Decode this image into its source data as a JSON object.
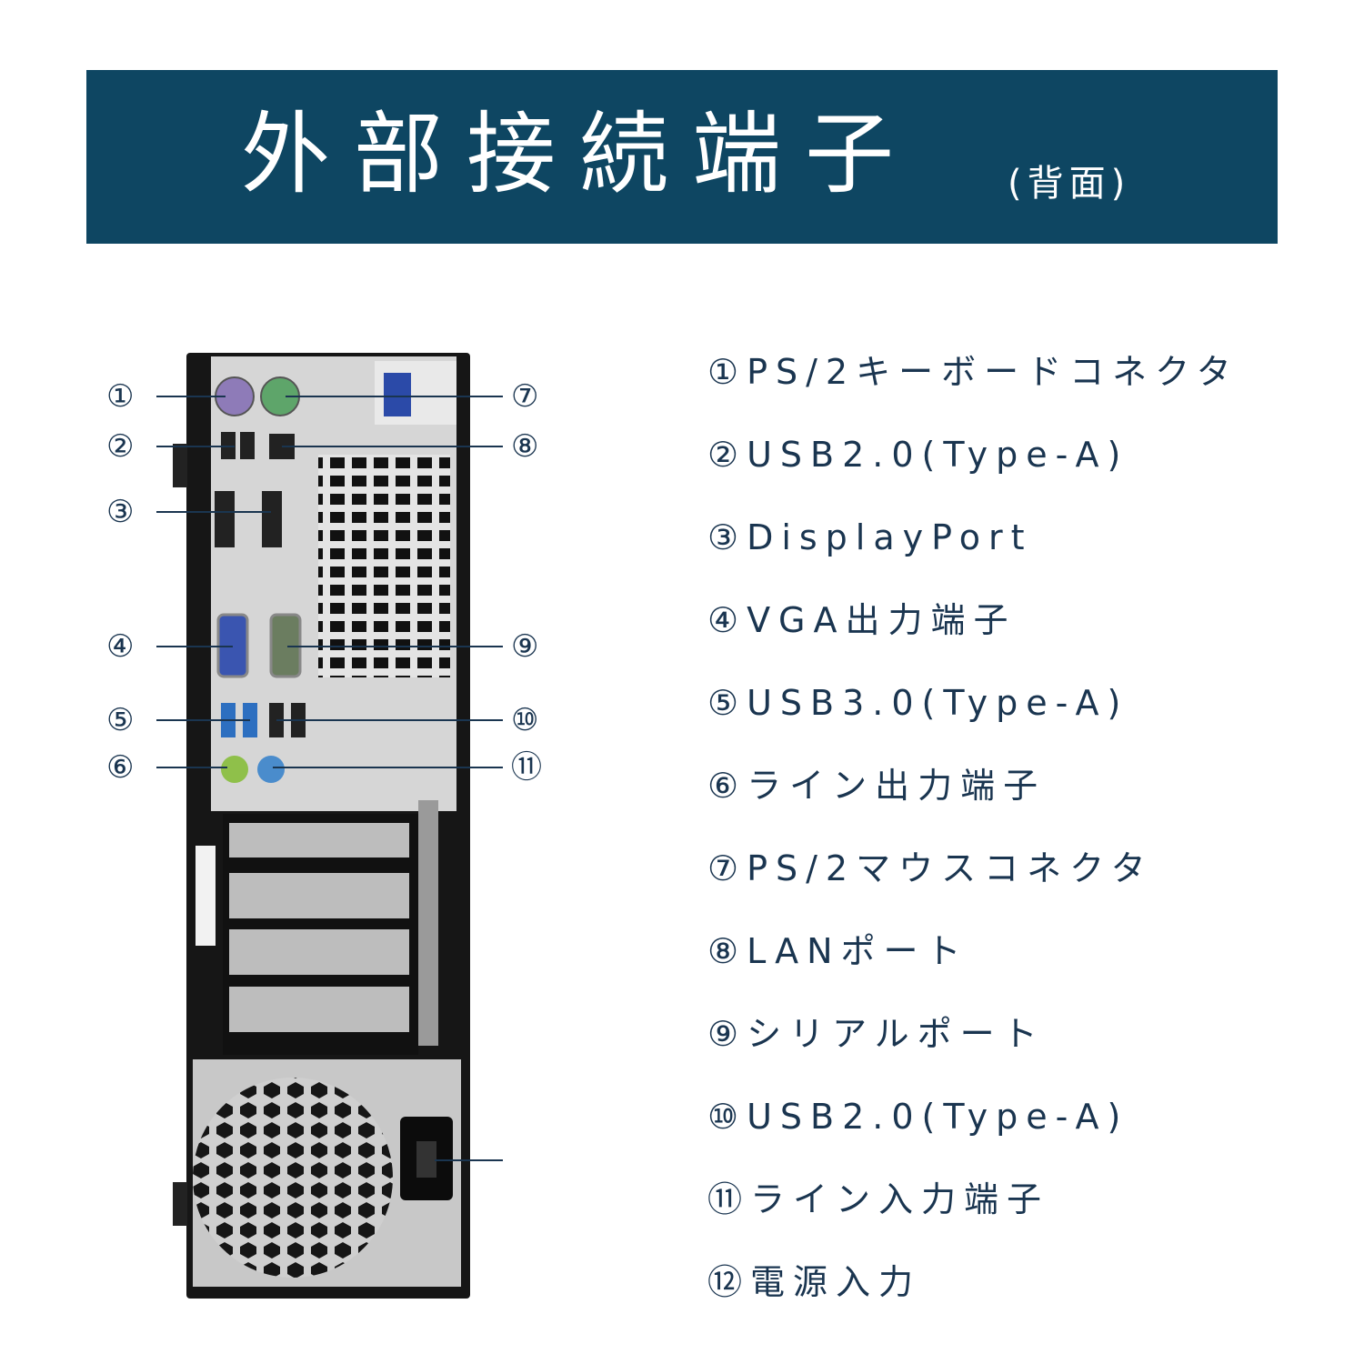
{
  "title": "外部接続端子",
  "subtitle": "(背面)",
  "ports": [
    {
      "num": "①",
      "label": "①PS/2キーボードコネクタ"
    },
    {
      "num": "②",
      "label": "②USB2.0(Type-A)"
    },
    {
      "num": "③",
      "label": "③DisplayPort"
    },
    {
      "num": "④",
      "label": "④VGA出力端子"
    },
    {
      "num": "⑤",
      "label": "⑤USB3.0(Type-A)"
    },
    {
      "num": "⑥",
      "label": "⑥ライン出力端子"
    },
    {
      "num": "⑦",
      "label": "⑦PS/2マウスコネクタ"
    },
    {
      "num": "⑧",
      "label": "⑧LANポート"
    },
    {
      "num": "⑨",
      "label": "⑨シリアルポート"
    },
    {
      "num": "⑩",
      "label": "⑩USB2.0(Type-A)"
    },
    {
      "num": "⑪",
      "label": "⑪ライン入力端子"
    },
    {
      "num": "⑫",
      "label": "⑫電源入力"
    }
  ],
  "colors": {
    "banner": "#0e4662",
    "text": "#1a3550",
    "ps2_keyboard": "#8e7bb8",
    "ps2_mouse": "#5ea56a",
    "vga": "#3a55b0",
    "usb3": "#2d6fc0",
    "line_out": "#8fc04a",
    "line_in": "#4a8ccc"
  }
}
